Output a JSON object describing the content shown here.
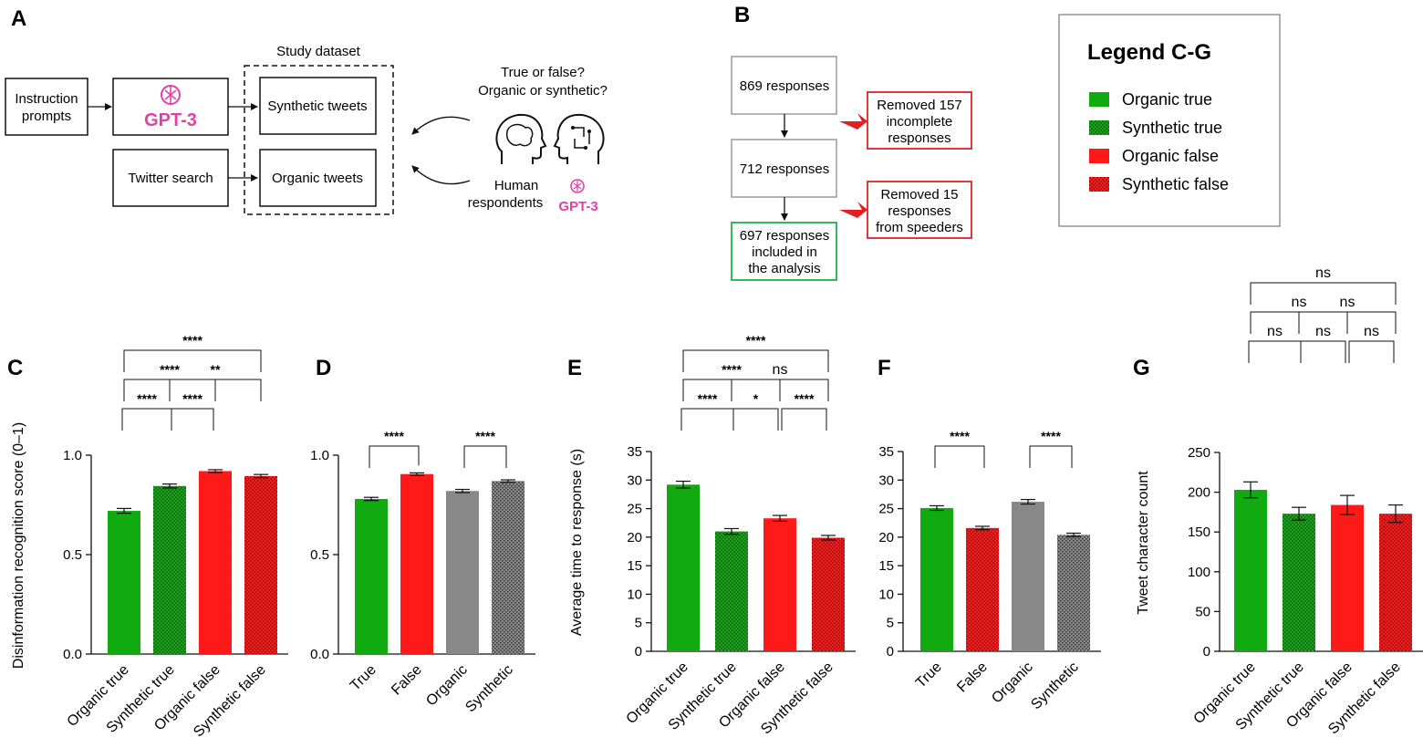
{
  "colors": {
    "green": "#11aa11",
    "red": "#ff1a1a",
    "gray": "#888888",
    "gpt_pink": "#e041a8",
    "box_green": "#1fb14a",
    "box_red": "#e02020",
    "box_gray": "#9a9a9a"
  },
  "panel_a": {
    "letter": "A",
    "instruction": [
      "Instruction",
      "prompts"
    ],
    "gpt_label": "GPT-3",
    "twitter": "Twitter search",
    "dataset_title": "Study dataset",
    "synthetic": "Synthetic tweets",
    "organic": "Organic tweets",
    "question": [
      "True or false?",
      "Organic or synthetic?"
    ],
    "human": [
      "Human",
      "respondents"
    ],
    "gpt_small": "GPT-3"
  },
  "panel_b": {
    "letter": "B",
    "box1": [
      "869 responses"
    ],
    "box2": [
      "712 responses"
    ],
    "box3": [
      "697 responses",
      "included in",
      "the analysis"
    ],
    "removed1": [
      "Removed 157",
      "incomplete",
      "responses"
    ],
    "removed2": [
      "Removed 15",
      "responses",
      "from speeders"
    ]
  },
  "legend": {
    "title": "Legend C-G",
    "items": [
      {
        "label": "Organic true",
        "color": "#11aa11",
        "pattern": "solid"
      },
      {
        "label": "Synthetic true",
        "color": "#11aa11",
        "pattern": "dots"
      },
      {
        "label": "Organic false",
        "color": "#ff1a1a",
        "pattern": "solid"
      },
      {
        "label": "Synthetic false",
        "color": "#ff1a1a",
        "pattern": "dots"
      }
    ]
  },
  "chart_data": [
    {
      "panel": "C",
      "type": "bar",
      "ylabel": "Disinformation recognition score (0–1)",
      "ylim": [
        0,
        1
      ],
      "yticks": [
        0.0,
        0.5,
        1.0
      ],
      "ytick_labels": [
        "0.0",
        "0.5",
        "1.0"
      ],
      "categories": [
        "Organic true",
        "Synthetic true",
        "Organic false",
        "Synthetic false"
      ],
      "values": [
        0.72,
        0.845,
        0.92,
        0.895
      ],
      "errors": [
        0.012,
        0.01,
        0.007,
        0.008
      ],
      "fills": [
        "green",
        "green",
        "red",
        "red"
      ],
      "patterns": [
        "solid",
        "dots",
        "solid",
        "dots"
      ],
      "rotated_labels": true,
      "significance": [
        {
          "from": 0,
          "to": 1,
          "label": "****"
        },
        {
          "from": 1,
          "to": 2,
          "label": "****"
        },
        {
          "from": 0,
          "to": 2,
          "label": "****"
        },
        {
          "from": 1,
          "to": 3,
          "label": "**"
        },
        {
          "from": 0,
          "to": 3,
          "label": "****"
        }
      ]
    },
    {
      "panel": "D",
      "type": "bar",
      "ylabel": "",
      "ylim": [
        0,
        1
      ],
      "yticks": [
        0.0,
        0.5,
        1.0
      ],
      "ytick_labels": [
        "0.0",
        "0.5",
        "1.0"
      ],
      "categories": [
        "True",
        "False",
        "Organic",
        "Synthetic"
      ],
      "values": [
        0.78,
        0.905,
        0.82,
        0.87
      ],
      "errors": [
        0.008,
        0.006,
        0.008,
        0.006
      ],
      "fills": [
        "green",
        "red",
        "gray",
        "gray"
      ],
      "patterns": [
        "solid",
        "solid",
        "solid",
        "dots"
      ],
      "rotated_labels": true,
      "significance": [
        {
          "from": 0,
          "to": 1,
          "label": "****"
        },
        {
          "from": 2,
          "to": 3,
          "label": "****"
        }
      ]
    },
    {
      "panel": "E",
      "type": "bar",
      "ylabel": "Average time to response (s)",
      "ylim": [
        0,
        35
      ],
      "yticks": [
        0,
        5,
        10,
        15,
        20,
        25,
        30,
        35
      ],
      "ytick_labels": [
        "0",
        "5",
        "10",
        "15",
        "20",
        "25",
        "30",
        "35"
      ],
      "categories": [
        "Organic true",
        "Synthetic true",
        "Organic false",
        "Synthetic false"
      ],
      "values": [
        29.2,
        21.0,
        23.3,
        19.9
      ],
      "errors": [
        0.6,
        0.5,
        0.5,
        0.4
      ],
      "fills": [
        "green",
        "green",
        "red",
        "red"
      ],
      "patterns": [
        "solid",
        "dots",
        "solid",
        "dots"
      ],
      "rotated_labels": true,
      "significance": [
        {
          "from": 0,
          "to": 1,
          "label": "****"
        },
        {
          "from": 1,
          "to": 2,
          "label": "*"
        },
        {
          "from": 2,
          "to": 3,
          "label": "****"
        },
        {
          "from": 0,
          "to": 2,
          "label": "****"
        },
        {
          "from": 1,
          "to": 3,
          "label": "ns"
        },
        {
          "from": 0,
          "to": 3,
          "label": "****"
        }
      ]
    },
    {
      "panel": "F",
      "type": "bar",
      "ylabel": "",
      "ylim": [
        0,
        35
      ],
      "yticks": [
        0,
        5,
        10,
        15,
        20,
        25,
        30,
        35
      ],
      "ytick_labels": [
        "0",
        "5",
        "10",
        "15",
        "20",
        "25",
        "30",
        "35"
      ],
      "categories": [
        "True",
        "False",
        "Organic",
        "Synthetic"
      ],
      "values": [
        25.1,
        21.6,
        26.2,
        20.4
      ],
      "errors": [
        0.4,
        0.3,
        0.4,
        0.3
      ],
      "fills": [
        "green",
        "red",
        "gray",
        "gray"
      ],
      "patterns": [
        "solid",
        "dots",
        "solid",
        "dots"
      ],
      "rotated_labels": true,
      "significance": [
        {
          "from": 0,
          "to": 1,
          "label": "****"
        },
        {
          "from": 2,
          "to": 3,
          "label": "****"
        }
      ]
    },
    {
      "panel": "G",
      "type": "bar",
      "ylabel": "Tweet character count",
      "ylim": [
        0,
        250
      ],
      "yticks": [
        0,
        50,
        100,
        150,
        200,
        250
      ],
      "ytick_labels": [
        "0",
        "50",
        "100",
        "150",
        "200",
        "250"
      ],
      "categories": [
        "Organic true",
        "Synthetic true",
        "Organic false",
        "Synthetic false"
      ],
      "values": [
        203,
        173,
        184,
        173
      ],
      "errors": [
        10,
        8,
        12,
        11
      ],
      "fills": [
        "green",
        "green",
        "red",
        "red"
      ],
      "patterns": [
        "solid",
        "dots",
        "solid",
        "dots"
      ],
      "rotated_labels": true,
      "significance": [
        {
          "from": 0,
          "to": 1,
          "label": "ns"
        },
        {
          "from": 1,
          "to": 2,
          "label": "ns"
        },
        {
          "from": 2,
          "to": 3,
          "label": "ns"
        },
        {
          "from": 0,
          "to": 2,
          "label": "ns"
        },
        {
          "from": 1,
          "to": 3,
          "label": "ns"
        },
        {
          "from": 0,
          "to": 3,
          "label": "ns"
        }
      ]
    }
  ]
}
